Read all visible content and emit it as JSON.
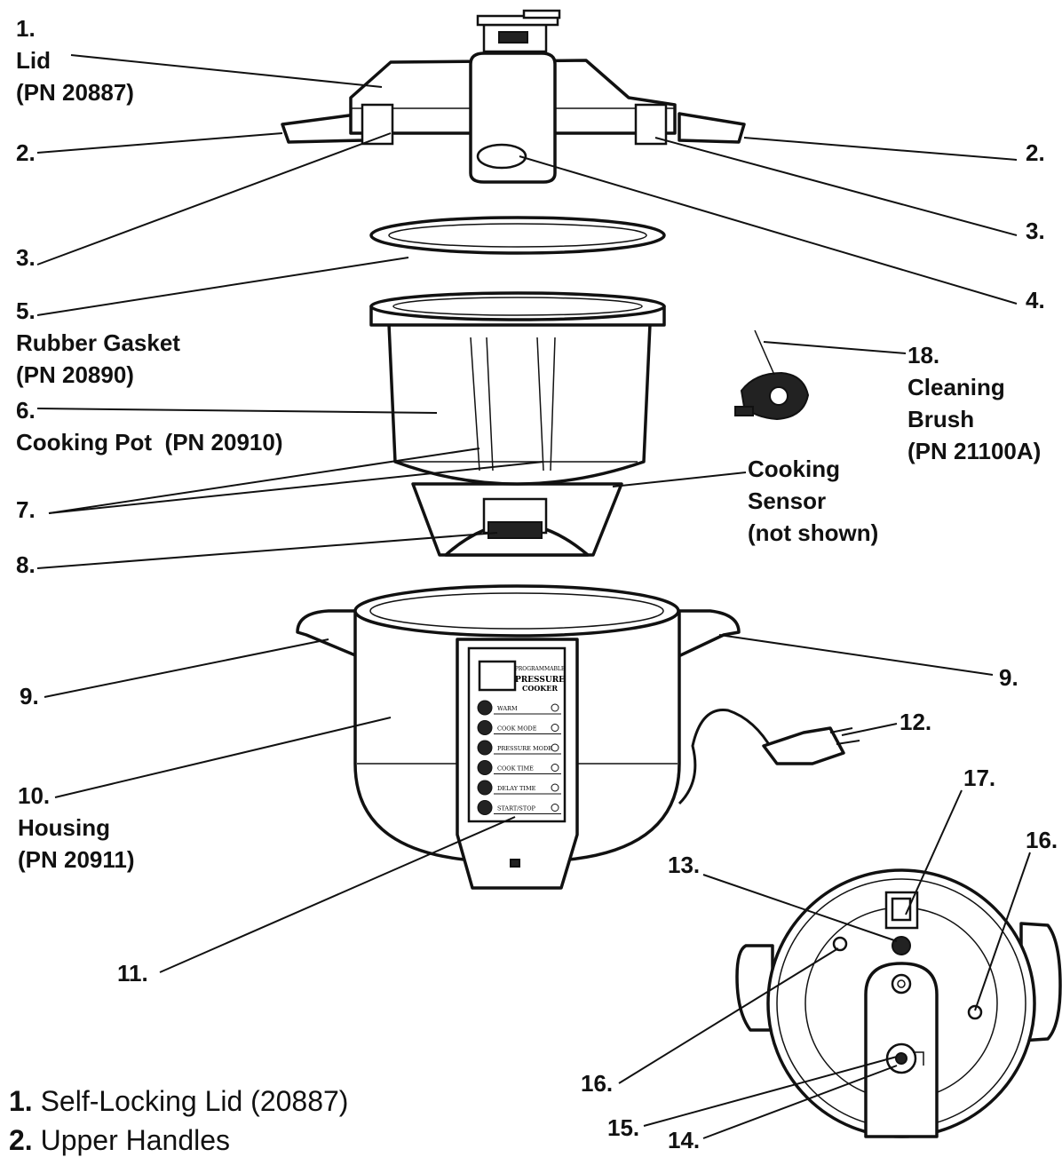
{
  "labels": {
    "lid": "1.\nLid\n(PN 20887)",
    "handle_left": "2.",
    "handle_right": "2.",
    "lock_left": "3.",
    "lock_right": "3.",
    "lid_handle": "4.",
    "gasket": "5.\nRubber Gasket\n(PN 20890)",
    "pot": "6.\nCooking Pot  (PN 20910)",
    "pot_lines": "7.",
    "connector": "8.",
    "housing_handle_left": "9.",
    "housing_handle_right": "9.",
    "housing": "10.\nHousing\n(PN 20911)",
    "control_panel": "11.",
    "plug": "12.",
    "lid_valve": "13.",
    "lid_pin_left": "16.",
    "lid_pin_right": "16.",
    "lid_float": "17.",
    "lid_knob": "15.",
    "lid_center": "14.",
    "brush": "18.\nCleaning\nBrush\n(PN 21100A)",
    "sensor": "Cooking\nSensor\n(not shown)"
  },
  "panel": {
    "brand_top": "PROGRAMMABLE",
    "brand_main": "PRESSURE",
    "brand_sub": "COOKER",
    "buttons": [
      "WARM",
      "COOK MODE",
      "PRESSURE MODE",
      "COOK TIME",
      "DELAY TIME",
      "START/STOP"
    ]
  },
  "legend": [
    {
      "num": "1.",
      "text": "Self-Locking Lid (20887)"
    },
    {
      "num": "2.",
      "text": "Upper Handles"
    }
  ]
}
